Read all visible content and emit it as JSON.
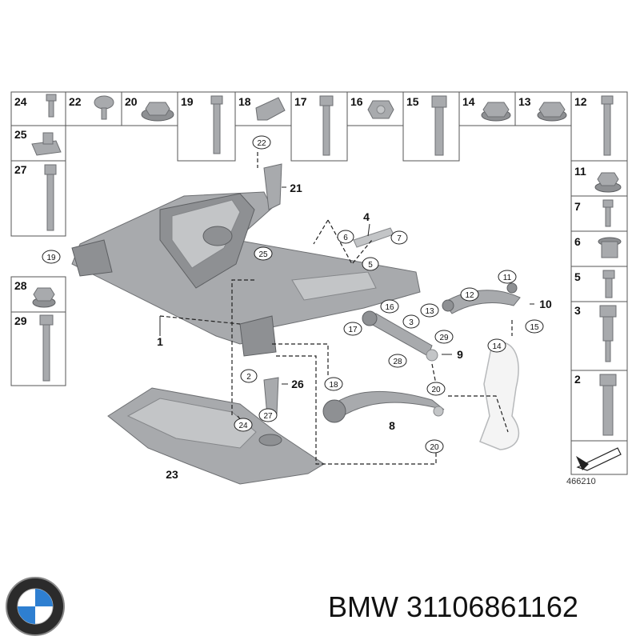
{
  "grid_parts": [
    {
      "label": "24",
      "icon": "bolt-short-icon"
    },
    {
      "label": "22",
      "icon": "round-head-screw-icon"
    },
    {
      "label": "20",
      "icon": "hex-flange-nut-icon"
    },
    {
      "label": "19",
      "icon": "long-hex-bolt-icon"
    },
    {
      "label": "18",
      "icon": "bracket-clip-icon"
    },
    {
      "label": "17",
      "icon": "hex-bolt-icon"
    },
    {
      "label": "16",
      "icon": "hex-nut-icon"
    },
    {
      "label": "15",
      "icon": "hex-bolt-icon"
    },
    {
      "label": "14",
      "icon": "hex-nut-icon"
    },
    {
      "label": "13",
      "icon": "hex-nut-icon"
    },
    {
      "label": "12",
      "icon": "long-hex-bolt-icon"
    },
    {
      "label": "25",
      "icon": "clip-nut-icon"
    },
    {
      "label": "27",
      "icon": "long-hex-bolt-icon"
    },
    {
      "label": "11",
      "icon": "hex-flange-nut-icon"
    },
    {
      "label": "7",
      "icon": "bolt-short-icon"
    },
    {
      "label": "6",
      "icon": "bushing-icon"
    },
    {
      "label": "5",
      "icon": "bolt-short-icon"
    },
    {
      "label": "3",
      "icon": "stepped-bolt-icon"
    },
    {
      "label": "2",
      "icon": "long-hex-bolt-icon"
    },
    {
      "label": "28",
      "icon": "hex-flange-nut-icon"
    },
    {
      "label": "29",
      "icon": "long-hex-bolt-icon"
    }
  ],
  "callouts": [
    "22",
    "21",
    "4",
    "6",
    "7",
    "5",
    "19",
    "25",
    "11",
    "12",
    "10",
    "16",
    "13",
    "3",
    "15",
    "17",
    "29",
    "1",
    "28",
    "9",
    "14",
    "2",
    "26",
    "18",
    "20",
    "8",
    "24",
    "27",
    "20",
    "23"
  ],
  "direction_arrow_icon": "arrow-cell-icon",
  "ref_number": "466210",
  "brand_logo_icon": "bmw-logo-icon",
  "caption": "BMW 31106861162"
}
